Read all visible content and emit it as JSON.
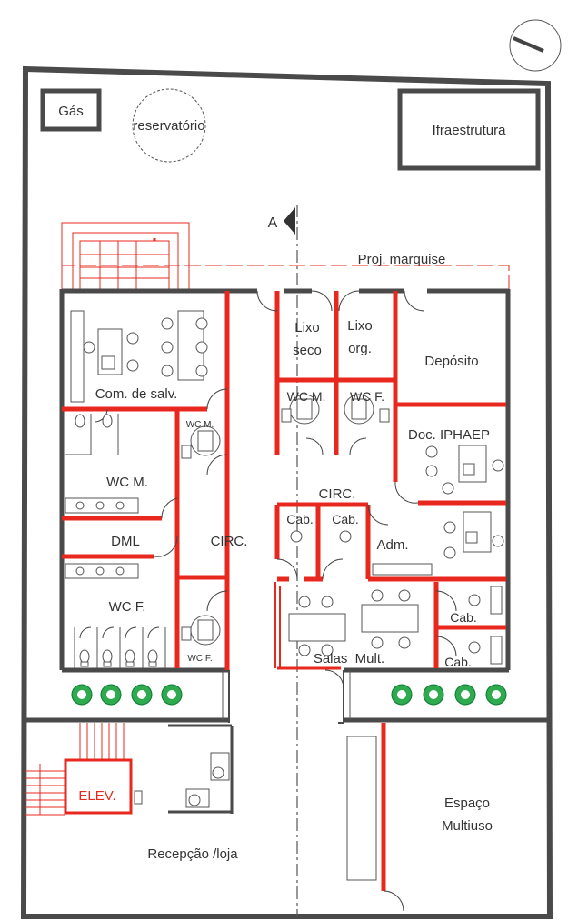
{
  "labels": {
    "gas": "Gás",
    "reservatorio": "reservatório",
    "infra": "Ifraestrutura",
    "section_mark": "A",
    "marquise": "Proj. marquise",
    "lixo_seco_1": "Lixo",
    "lixo_seco_2": "seco",
    "lixo_org_1": "Lixo",
    "lixo_org_2": "org.",
    "deposito": "Depósito",
    "com_salv": "Com. de salv.",
    "wc_m_small": "WC M.",
    "wc_m_upper": "WC M.",
    "wc_f_upper": "WC F.",
    "doc_iphaep": "Doc. IPHAEP",
    "wc_m": "WC M.",
    "circ_center": "CIRC.",
    "circ_left": "CIRC.",
    "dml": "DML",
    "cab_1": "Cab.",
    "cab_2": "Cab.",
    "adm": "Adm.",
    "wc_f": "WC F.",
    "wc_f_small": "WC F.",
    "cab_3": "Cab.",
    "cab_4": "Cab.",
    "salas_mult": "Salas  Mult.",
    "elev": "ELEV.",
    "espaco_1": "Espaço",
    "espaco_2": "Multiuso",
    "recepcao": "Recepção /loja"
  },
  "colors": {
    "wall": "#4a4a4a",
    "red": "#e8281e",
    "plant": "#2faa4e"
  },
  "icons": {
    "north": "north-arrow-icon",
    "plant": "plant-icon",
    "toilet": "toilet-icon",
    "chair": "chair-icon"
  }
}
